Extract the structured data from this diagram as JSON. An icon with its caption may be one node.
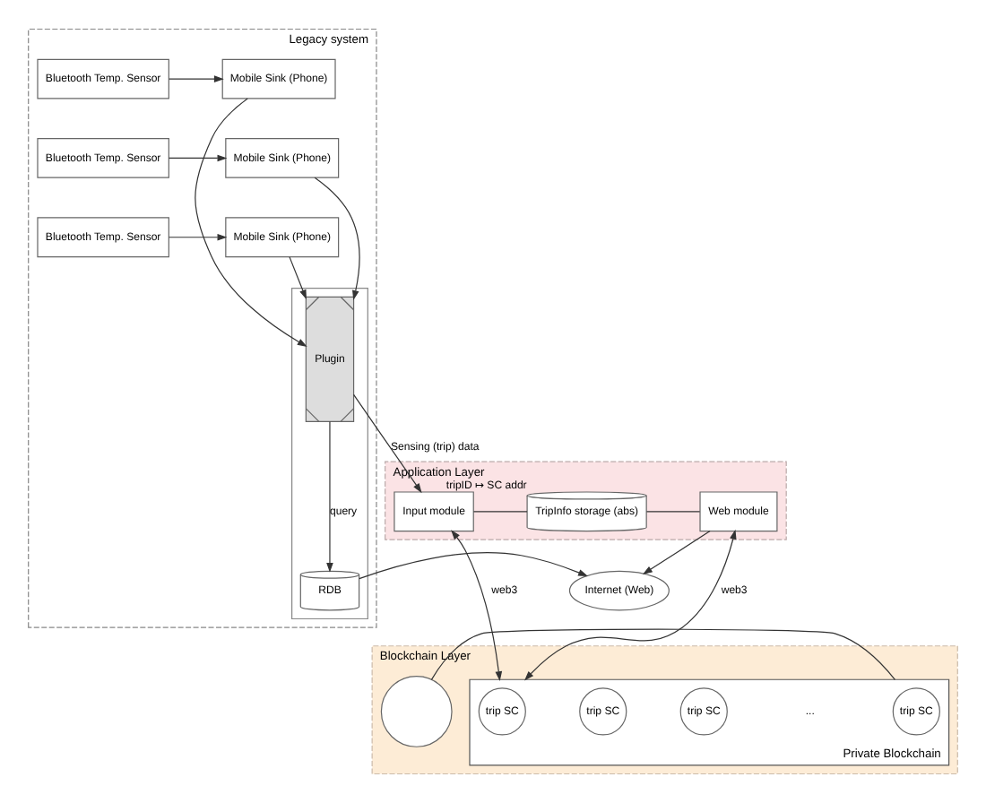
{
  "diagram": {
    "nodes": [
      {
        "text": [
          "Legacy system"
        ]
      },
      {
        "text": [
          "Bluetooth Temp. Sensor"
        ],
        "in": 0
      },
      {
        "text": [
          "Mobile Sink (Phone)"
        ],
        "in": 0
      },
      {
        "text": [
          "Bluetooth Temp. Sensor"
        ],
        "in": 0
      },
      {
        "text": [
          "Mobile Sink (Phone)"
        ],
        "in": 0
      },
      {
        "text": [
          "Bluetooth Temp. Sensor"
        ],
        "in": 0
      },
      {
        "text": [
          "Mobile Sink (Phone)"
        ],
        "in": 0
      },
      {
        "text": [],
        "shape": "box",
        "in": 0
      },
      {
        "text": [
          "Plugin"
        ],
        "in": 7
      },
      {
        "text": [
          "RDB"
        ],
        "in": 7
      },
      {
        "text": [
          "Internet (Web)"
        ]
      },
      {
        "text": [
          "Application Layer"
        ]
      },
      {
        "text": [
          "Input module"
        ],
        "in": 11
      },
      {
        "text": [
          "TripInfo storage (abs)"
        ],
        "in": 11,
        "beside": [
          "tripID ↦ SC addr"
        ]
      },
      {
        "text": [
          "Web module"
        ],
        "in": 11
      },
      {
        "text": [
          "Blockchain Layer"
        ]
      },
      {
        "text": [
          "Private Blockchain"
        ],
        "in": 15
      },
      {
        "text": [
          "trip SC"
        ],
        "in": 16
      },
      {
        "text": [
          "trip SC"
        ],
        "in": 16
      },
      {
        "text": [
          "trip SC"
        ],
        "in": 16
      },
      {
        "text": [
          "trip SC"
        ],
        "in": 16
      },
      {
        "text": [],
        "shape": "circle",
        "in": 15
      }
    ],
    "edges": [
      {
        "from": 1,
        "to": 2,
        "arrow": "to"
      },
      {
        "from": 3,
        "to": 4,
        "arrow": "to"
      },
      {
        "from": 5,
        "to": 6,
        "arrow": "to"
      },
      {
        "from": 2,
        "to": 8,
        "arrow": "to"
      },
      {
        "from": 4,
        "to": 8,
        "arrow": "to"
      },
      {
        "from": 6,
        "to": 8,
        "arrow": "to"
      },
      {
        "from": 8,
        "to": 9,
        "arrow": "to",
        "label": "query"
      },
      {
        "from": 8,
        "to": 12,
        "arrow": "to",
        "label": "Sensing (trip) data"
      },
      {
        "from": 9,
        "to": 10,
        "arrow": "to"
      },
      {
        "from": 14,
        "to": 10,
        "arrow": "to"
      },
      {
        "from": 12,
        "to": 13,
        "arrow": "none"
      },
      {
        "from": 13,
        "to": 14,
        "arrow": "none"
      },
      {
        "from": 12,
        "to": 16,
        "arrow": "both",
        "label": "web3"
      },
      {
        "from": 14,
        "to": 16,
        "arrow": "both",
        "label": "web3"
      },
      {
        "from": 16,
        "to": 21,
        "arrow": "none"
      }
    ],
    "labels": [
      "..."
    ]
  }
}
